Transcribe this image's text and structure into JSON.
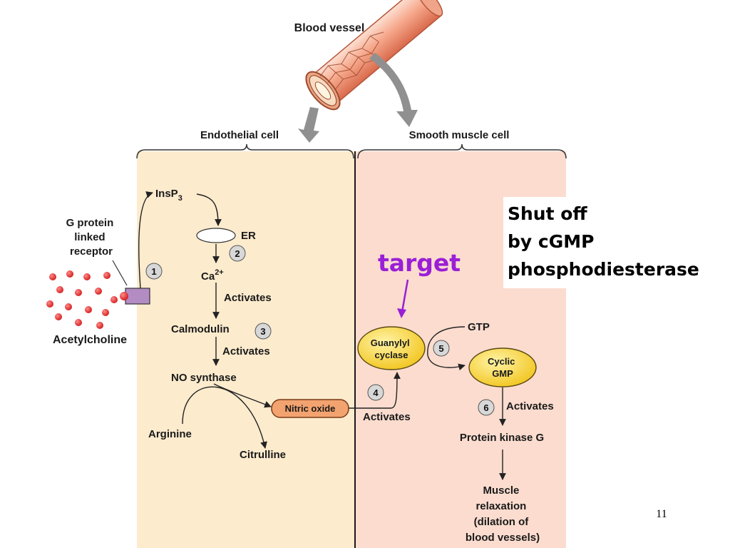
{
  "vessel": {
    "label": "Blood vessel"
  },
  "cells": {
    "endothelial": "Endothelial cell",
    "smooth_muscle": "Smooth muscle cell"
  },
  "receptor": {
    "line1": "G protein",
    "line2": "linked",
    "line3": "receptor"
  },
  "ligand": {
    "label": "Acetylcholine"
  },
  "pathway": {
    "insp3_base": "InsP",
    "insp3_sub": "3",
    "er": "ER",
    "ca_base": "Ca",
    "ca_sup": "2+",
    "activates1": "Activates",
    "calmodulin": "Calmodulin",
    "activates2": "Activates",
    "no_synthase": "NO synthase",
    "arginine": "Arginine",
    "citrulline": "Citrulline",
    "nitric_oxide": "Nitric oxide",
    "activates3": "Activates",
    "guanylyl_line1": "Guanylyl",
    "guanylyl_line2": "cyclase",
    "gtp": "GTP",
    "cyclic_line1": "Cyclic",
    "cyclic_line2": "GMP",
    "activates4": "Activates",
    "pkg": "Protein kinase G",
    "relax_line1": "Muscle",
    "relax_line2": "relaxation",
    "relax_line3": "(dilation of",
    "relax_line4": "blood vessels)"
  },
  "steps": [
    "1",
    "2",
    "3",
    "4",
    "5",
    "6"
  ],
  "annotation": {
    "target": "target",
    "note_line1": "Shut off",
    "note_line2": "by cGMP",
    "note_line3": "phosphodiesterase"
  },
  "page_number": "11",
  "colors": {
    "endothelial_bg": "#fcebcd",
    "smooth_bg": "#fbdccf",
    "target_purple": "#9a1fd6",
    "nitric_oxide_fill": "#f3a36f",
    "enzyme_fill": "#f6d236",
    "receptor_fill": "#b48cc4",
    "acetylcholine_dot": "#e22a2a",
    "vessel_outer": "#f2a48a"
  }
}
